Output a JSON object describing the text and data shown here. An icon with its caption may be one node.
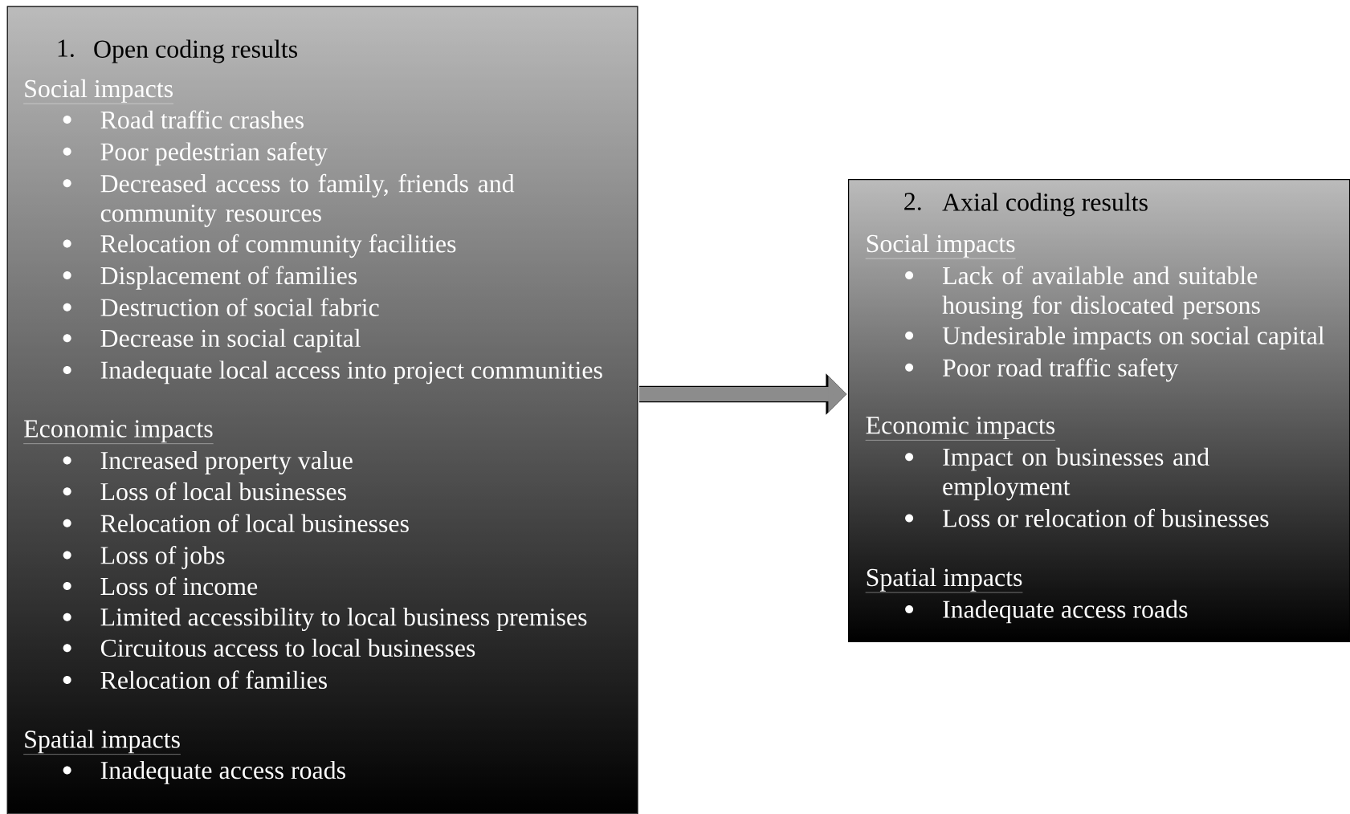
{
  "diagram": {
    "nodes": [
      {
        "text": [
          "1.",
          "Open coding results",
          "Social impacts",
          "Road traffic crashes",
          "Poor pedestrian safety",
          "Decreased access to family, friends and community resources",
          "Relocation of community facilities",
          "Displacement of families",
          "Destruction of social fabric",
          "Decrease in social capital",
          "Inadequate local access into project communities",
          "Economic impacts",
          "Increased property value",
          "Loss of local businesses",
          "Relocation of local businesses",
          "Loss of jobs",
          "Loss of income",
          "Limited accessibility to local business premises",
          "Circuitous access to local businesses",
          "Relocation of families",
          "Spatial impacts",
          "Inadequate access roads"
        ]
      },
      {
        "text": [
          "2.",
          "Axial coding results",
          "Social impacts",
          "Lack of available and suitable housing for dislocated persons",
          "Undesirable impacts on social capital",
          "Poor road traffic safety",
          "Economic impacts",
          "Impact on businesses and employment",
          "Loss or relocation of businesses",
          "Spatial impacts",
          "Inadequate access roads"
        ]
      }
    ],
    "edges": [
      {
        "from": 0,
        "to": 1,
        "arrow": "to"
      }
    ]
  }
}
